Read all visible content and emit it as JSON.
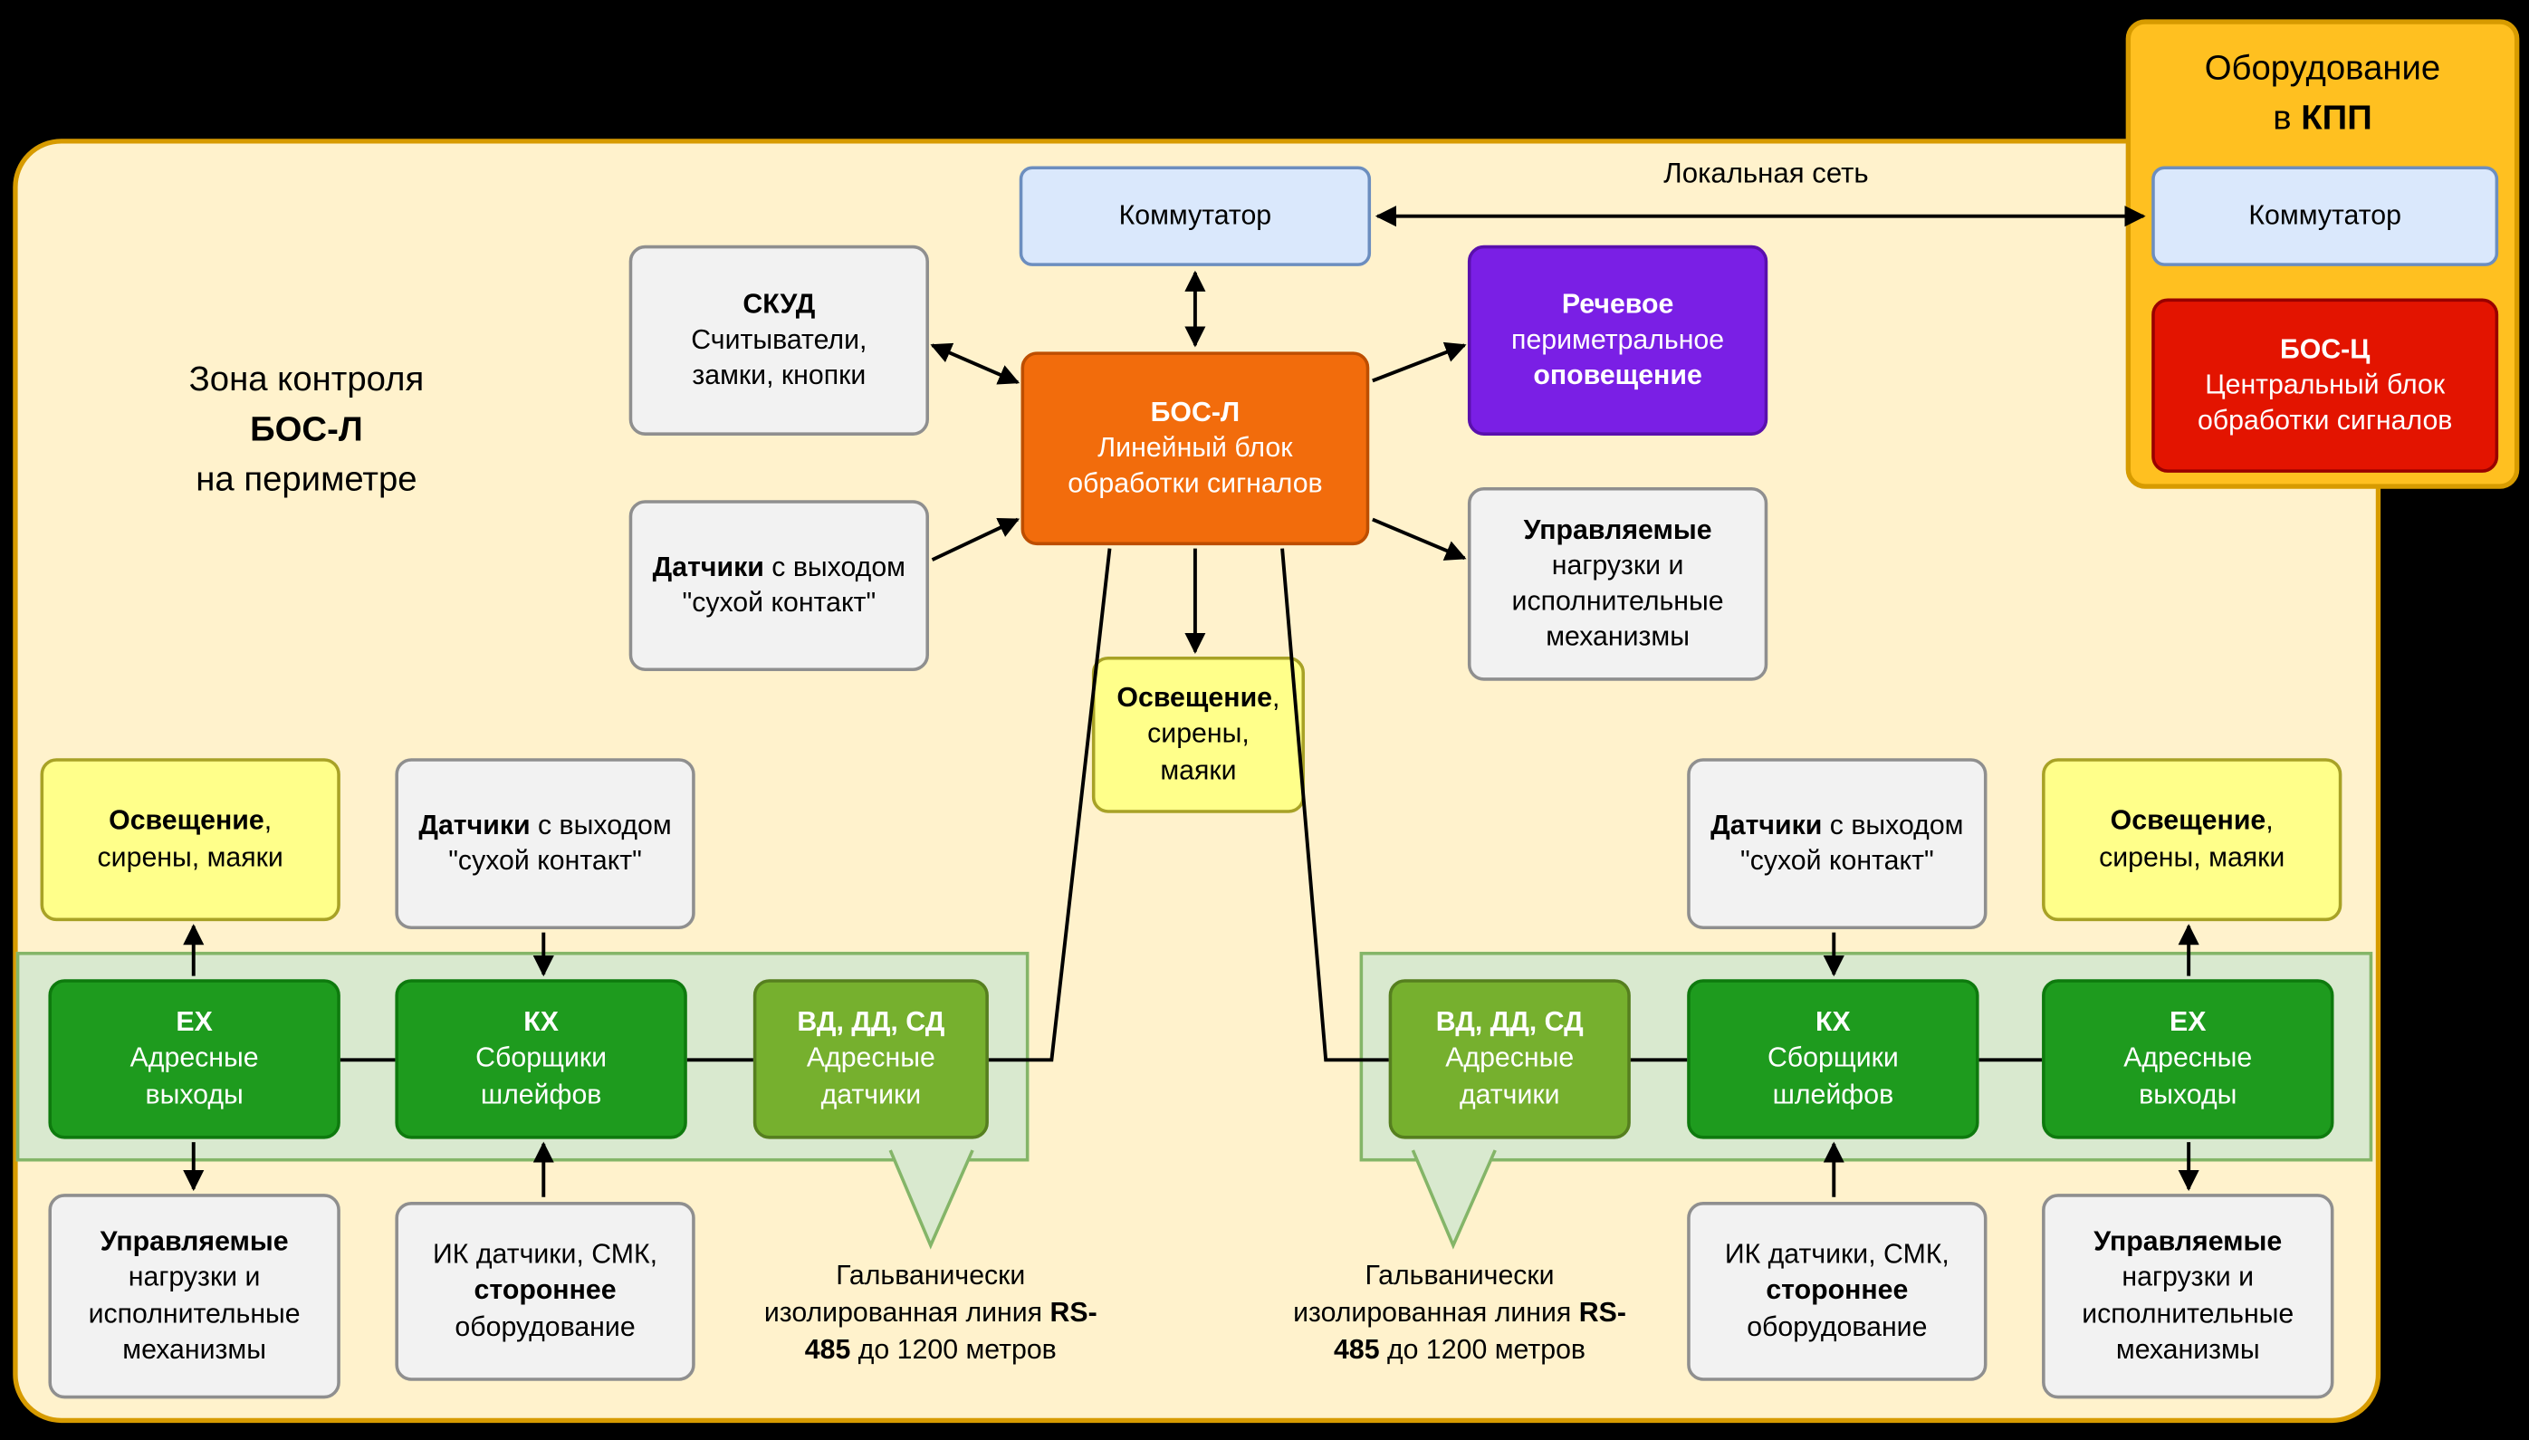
{
  "palette": {
    "background": "#000000",
    "zone_fill": "#fff2cc",
    "zone_border": "#d79b00",
    "kpp_fill": "#ffc020",
    "switch_fill": "#dae8fc",
    "switch_border": "#6c8ebf",
    "bos_c_fill": "#e31400",
    "bos_l_fill": "#f26c0c",
    "speech_fill": "#7a1fe5",
    "grey_fill": "#f2f2f2",
    "yellow_fill": "#ffff8a",
    "dark_green_fill": "#1e9b1e",
    "light_green_fill": "#76b02e",
    "band_fill": "#d9e9cf",
    "band_border": "#84b568",
    "connector_color": "#000000"
  },
  "zone_label": {
    "line1": "Зона контроля",
    "line2": "БОС-Л",
    "line3": "на периметре"
  },
  "lan_label": "Локальная сеть",
  "kpp": {
    "title_line1": "Оборудование",
    "title_line2_pre": "в ",
    "title_line2_bold": "КПП",
    "switch_label": "Коммутатор",
    "bos_c": {
      "title": "БОС-Ц",
      "body": "Центральный блок обработки сигналов"
    }
  },
  "switch_label": "Коммутатор",
  "bos_l": {
    "title": "БОС-Л",
    "body": "Линейный блок обработки сигналов"
  },
  "skud": {
    "title": "СКУД",
    "body": "Считыватели, замки, кнопки"
  },
  "speech": {
    "bold1": "Речевое",
    "mid": "периметральное",
    "bold2": "оповещение"
  },
  "dry_contact_sensors": {
    "bold": "Датчики",
    "rest": " с выходом \"сухой контакт\""
  },
  "controlled_loads": {
    "bold": "Управляемые",
    "rest": " нагрузки и исполнительные механизмы"
  },
  "lighting": {
    "bold": "Освещение",
    "rest": ", сирены, маяки"
  },
  "ex": {
    "title": "ЕХ",
    "body": "Адресные выходы"
  },
  "kx": {
    "title": "КХ",
    "body": "Сборщики шлейфов"
  },
  "vd": {
    "title": "ВД, ДД, СД",
    "body": "Адресные датчики"
  },
  "ik": {
    "pre": "ИК датчики, СМК,",
    "bold": "стороннее",
    "post": "оборудование"
  },
  "rs485": {
    "pre": "Гальванически изолированная линия",
    "bold": "RS-485",
    "post": "до 1200 метров"
  }
}
